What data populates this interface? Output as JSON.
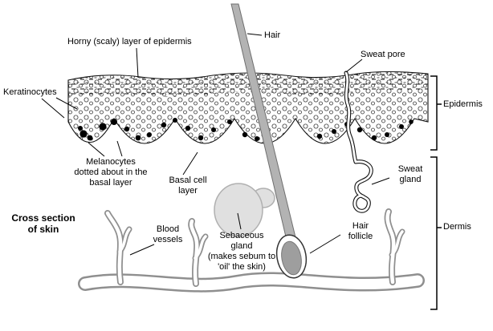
{
  "diagram": {
    "title": "Cross section of skin",
    "labels": {
      "horny_layer": "Horny (scaly) layer of epidermis",
      "hair": "Hair",
      "sweat_pore": "Sweat pore",
      "keratinocytes": "Keratinocytes",
      "melanocytes": "Melanocytes dotted about in the basal layer",
      "basal_cell_layer": "Basal cell layer",
      "sweat_gland": "Sweat gland",
      "blood_vessels": "Blood vessels",
      "sebaceous_gland": "Sebaceous gland",
      "sebaceous_note": "(makes sebum to 'oil' the skin)",
      "hair_follicle": "Hair follicle",
      "epidermis": "Epidermis",
      "dermis": "Dermis"
    },
    "colors": {
      "hair_gray": "#b3b3b3",
      "follicle_bulb_gray": "#9e9e9e",
      "sebaceous_gray": "#e0e0e0",
      "vessel_gray": "#8f8f8f",
      "outline_black": "#111111",
      "background": "#ffffff"
    }
  }
}
